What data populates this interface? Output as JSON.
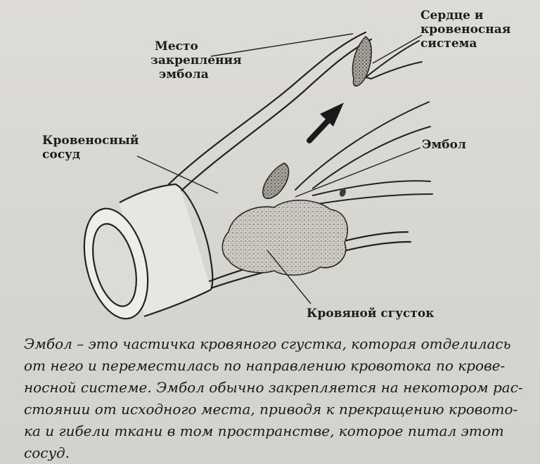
{
  "labels": {
    "embolus_site": [
      "Место",
      "закрепления",
      "эмбола"
    ],
    "heart_system": [
      "Сердце и",
      "кровеносная",
      "система"
    ],
    "vessel": [
      "Кровеносный",
      "сосуд"
    ],
    "embolus": [
      "Эмбол"
    ],
    "clot": [
      "Кровяной сгусток"
    ]
  },
  "caption": [
    "Эмбол – это частичка кровяного сгустка, которая отделилась",
    "от него и переместилась по направлению кровотока по крове-",
    "носной системе. Эмбол обычно закрепляется на некотором рас-",
    "стоянии от исходного места, приводя к прекращению кровото-",
    "ка и гибели ткани в том пространстве, которое питал этот",
    "сосуд."
  ],
  "colors": {
    "ink": "#1d1d1d",
    "paper": "#d9d8d3",
    "vessel_fill": "#ecebe6",
    "clot_fill": "#c9c6be"
  }
}
